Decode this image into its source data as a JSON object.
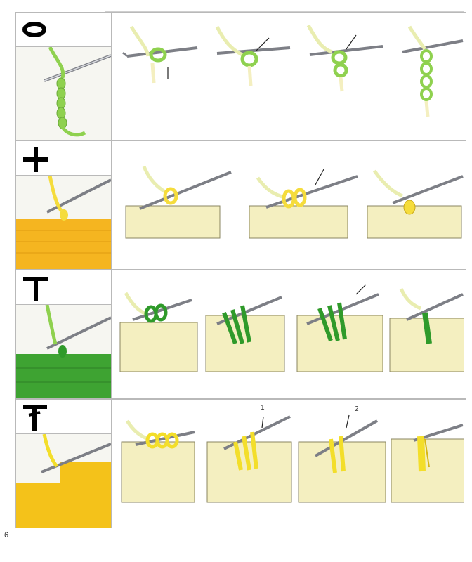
{
  "page": {
    "number": "6"
  },
  "rows": [
    {
      "id": "chain",
      "symbol_name": "chain-stitch-symbol",
      "yarn_color": "#8fd14f",
      "fabric_color": "#8fd14f",
      "step_labels": []
    },
    {
      "id": "single-crochet",
      "symbol_name": "single-crochet-symbol",
      "yarn_color": "#f5dc3c",
      "fabric_color": "#f5b520",
      "step_labels": []
    },
    {
      "id": "half-double-crochet",
      "symbol_name": "half-double-crochet-symbol",
      "yarn_color": "#2f9a2a",
      "fabric_color": "#3ea332",
      "step_labels": []
    },
    {
      "id": "double-crochet",
      "symbol_name": "double-crochet-symbol",
      "yarn_color": "#f3de2a",
      "fabric_color": "#f4c21a",
      "step_labels": [
        "1",
        "2"
      ]
    }
  ],
  "colors": {
    "hook": "#7d7f86",
    "hook_highlight": "#d9dbe0",
    "base_fabric": "#f4efc0",
    "base_outline": "#8a8660",
    "arrow": "#222222",
    "border": "#b9b9b9"
  }
}
